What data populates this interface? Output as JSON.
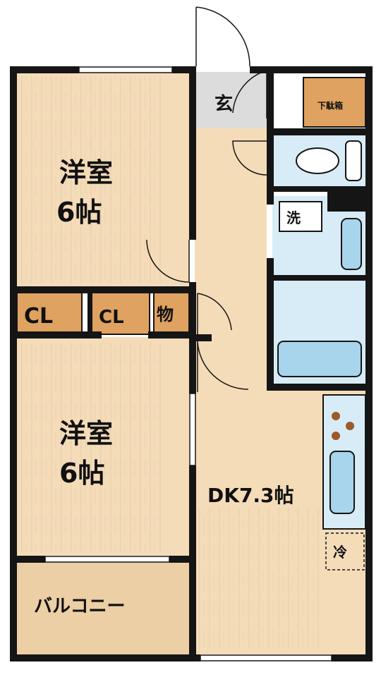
{
  "rooms": {
    "western_upper_name": "洋室",
    "western_upper_size": "6帖",
    "western_lower_name": "洋室",
    "western_lower_size": "6帖",
    "dk": "DK7.3帖",
    "balcony": "バルコニー",
    "entrance": "玄",
    "shoe_box": "下駄箱",
    "closet_1": "CL",
    "closet_2": "CL",
    "storage": "物",
    "washer": "洗",
    "fridge": "冷"
  },
  "colors": {
    "floor": "#f5dcb9",
    "wall": "#151515",
    "wet_area": "#d7ecf6",
    "closet": "#e0a260",
    "entrance_floor": "#dcdcdc",
    "balcony": "#eccfa4",
    "fixture": "#a8d4ec"
  }
}
